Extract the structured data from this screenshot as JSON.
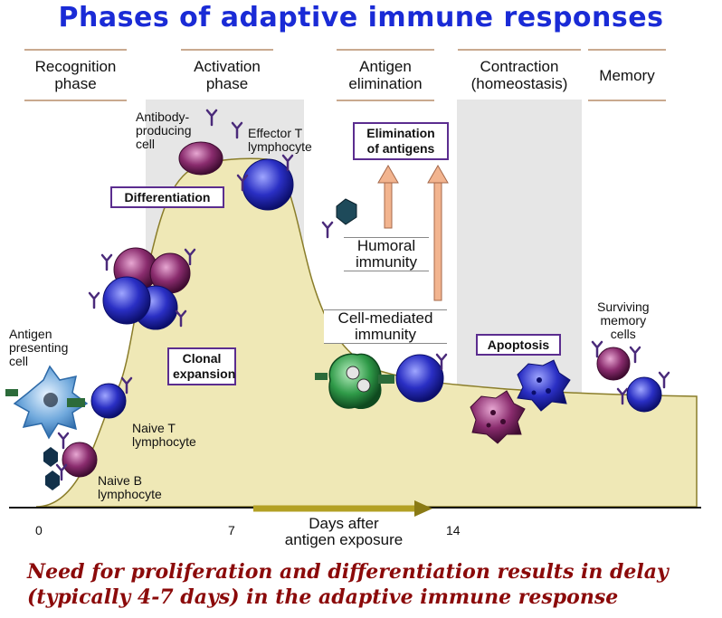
{
  "title": "Phases of adaptive immune responses",
  "phases": [
    {
      "line1": "Recognition",
      "line2": "phase"
    },
    {
      "line1": "Activation",
      "line2": "phase"
    },
    {
      "line1": "Antigen",
      "line2": "elimination"
    },
    {
      "line1": "Contraction",
      "line2": "(homeostasis)"
    },
    {
      "line1": "Memory",
      "line2": ""
    }
  ],
  "boxes": {
    "differentiation": "Differentiation",
    "clonal_line1": "Clonal",
    "clonal_line2": "expansion",
    "elimination_line1": "Elimination",
    "elimination_line2": "of antigens",
    "apoptosis": "Apoptosis"
  },
  "immunity": {
    "humoral_line1": "Humoral",
    "humoral_line2": "immunity",
    "cell_line1": "Cell-mediated",
    "cell_line2": "immunity"
  },
  "cells": {
    "antibody_line1": "Antibody-",
    "antibody_line2": "producing",
    "antibody_line3": "cell",
    "effector_line1": "Effector T",
    "effector_line2": "lymphocyte",
    "apc_line1": "Antigen",
    "apc_line2": "presenting",
    "apc_line3": "cell",
    "naive_t_line1": "Naive T",
    "naive_t_line2": "lymphocyte",
    "naive_b_line1": "Naive B",
    "naive_b_line2": "lymphocyte",
    "memory_line1": "Surviving",
    "memory_line2": "memory",
    "memory_line3": "cells"
  },
  "axis": {
    "ticks": [
      "0",
      "7",
      "14"
    ],
    "label_line1": "Days after",
    "label_line2": "antigen exposure"
  },
  "footnote_line1": "Need for proliferation and differentiation results in delay",
  "footnote_line2": "(typically 4-7 days) in the adaptive immune response",
  "colors": {
    "title": "#1a2bd6",
    "curve_fill": "#efe8b6",
    "shaded_band": "#e6e6e6",
    "box_border": "#5b2d8f",
    "footnote": "#8b0a0a",
    "t_cell": "#2a2fc4",
    "b_cell": "#8a2c6e",
    "apc": "#6fa8dc",
    "arrow": "#f2b48f"
  }
}
